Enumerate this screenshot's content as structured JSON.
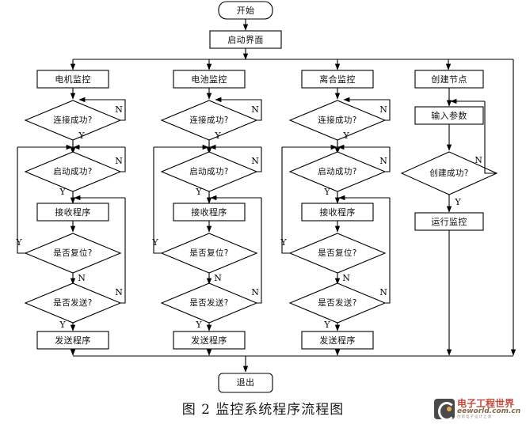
{
  "figure": {
    "caption": "图 2 监控系统程序流程图",
    "title_text": "图 2 监控系统程序流程图"
  },
  "watermark": {
    "brand_cn": "电子工程世界",
    "brand_en": "eeworld.com.cn",
    "tagline": "创新电子设计之源"
  },
  "colors": {
    "stroke": "#000000",
    "fill": "#ffffff",
    "text": "#111111",
    "gray_connector": "#888888",
    "watermark_red": "#c0392b",
    "watermark_gold": "#e8a33d"
  },
  "branch_labels": {
    "yes": "Y",
    "no": "N"
  },
  "flow": {
    "start": {
      "label": "开始",
      "shape": "terminator"
    },
    "startup_ui": {
      "label": "启动界面",
      "shape": "process"
    },
    "exit": {
      "label": "退出",
      "shape": "terminator"
    },
    "columns": [
      {
        "id": "motor",
        "header": {
          "label": "电机监控",
          "shape": "process"
        },
        "steps": [
          {
            "label": "连接成功?",
            "shape": "decision",
            "yes": "Y",
            "no": "N"
          },
          {
            "label": "启动成功?",
            "shape": "decision",
            "yes": "Y",
            "no": "N"
          },
          {
            "label": "接收程序",
            "shape": "process"
          },
          {
            "label": "是否复位?",
            "shape": "decision",
            "yes": "Y",
            "no": "N"
          },
          {
            "label": "是否发送?",
            "shape": "decision",
            "yes": "Y",
            "no": "N"
          },
          {
            "label": "发送程序",
            "shape": "process"
          }
        ]
      },
      {
        "id": "battery",
        "header": {
          "label": "电池监控",
          "shape": "process"
        },
        "steps": [
          {
            "label": "连接成功?",
            "shape": "decision",
            "yes": "Y",
            "no": "N"
          },
          {
            "label": "启动成功?",
            "shape": "decision",
            "yes": "Y",
            "no": "N"
          },
          {
            "label": "接收程序",
            "shape": "process"
          },
          {
            "label": "是否复位?",
            "shape": "decision",
            "yes": "Y",
            "no": "N"
          },
          {
            "label": "是否发送?",
            "shape": "decision",
            "yes": "Y",
            "no": "N"
          },
          {
            "label": "发送程序",
            "shape": "process"
          }
        ]
      },
      {
        "id": "clutch",
        "header": {
          "label": "离合监控",
          "shape": "process"
        },
        "steps": [
          {
            "label": "连接成功?",
            "shape": "decision",
            "yes": "Y",
            "no": "N"
          },
          {
            "label": "启动成功?",
            "shape": "decision",
            "yes": "Y",
            "no": "N"
          },
          {
            "label": "接收程序",
            "shape": "process"
          },
          {
            "label": "是否复位?",
            "shape": "decision",
            "yes": "Y",
            "no": "N"
          },
          {
            "label": "是否发送?",
            "shape": "decision",
            "yes": "Y",
            "no": "N"
          },
          {
            "label": "发送程序",
            "shape": "process"
          }
        ]
      },
      {
        "id": "node",
        "header": {
          "label": "创建节点",
          "shape": "process"
        },
        "steps": [
          {
            "label": "输入参数",
            "shape": "process"
          },
          {
            "label": "创建成功?",
            "shape": "decision",
            "yes": "Y",
            "no": "N"
          },
          {
            "label": "运行监控",
            "shape": "process"
          }
        ]
      }
    ]
  }
}
